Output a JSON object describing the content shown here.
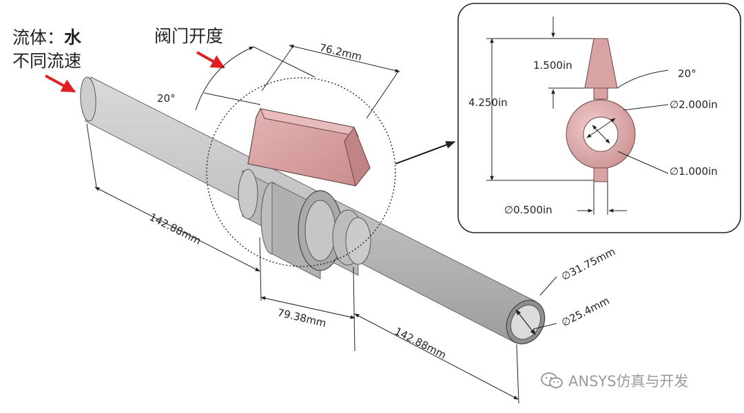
{
  "labels": {
    "fluid_prefix": "流体：",
    "fluid_value": "水",
    "flow_speed": "不同流速",
    "valve_opening": "阀门开度"
  },
  "dimensions": {
    "left_pipe_length": "142.88mm",
    "valve_body_length": "79.38mm",
    "right_pipe_length": "142.88mm",
    "handle_span": "76.2mm",
    "handle_angle": "20°",
    "outer_diameter": "∅31.75mm",
    "inner_diameter": "∅25.4mm"
  },
  "detail": {
    "handle_height": "1.500in",
    "taper_angle": "20°",
    "total_height": "4.250in",
    "ball_outer": "∅2.000in",
    "ball_inner": "∅1.000in",
    "stem_diameter": "∅0.500in"
  },
  "watermark": {
    "text": "ANSYS仿真与开发",
    "icon": "wechat-icon"
  },
  "colors": {
    "pipe": "#c3c3c3",
    "handle": "#d9a3a3",
    "arrow": "#e02020"
  }
}
